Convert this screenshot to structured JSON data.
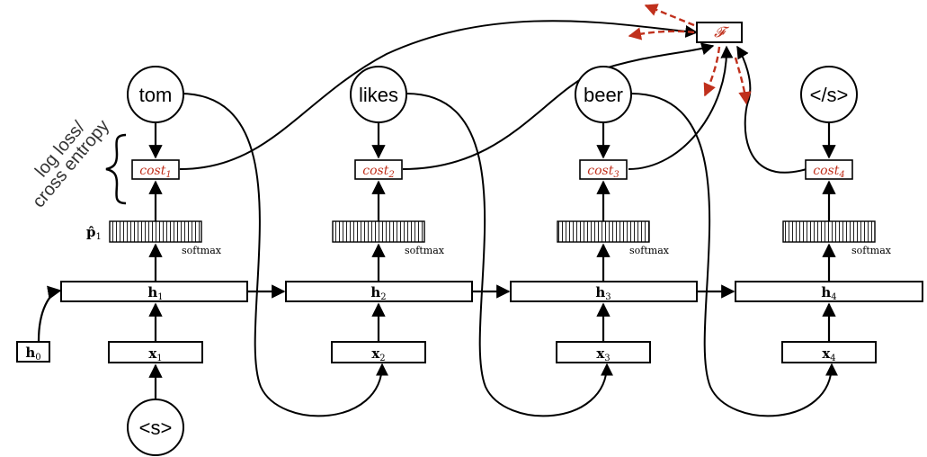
{
  "side_label": {
    "line1": "log loss/",
    "line2": "cross entropy"
  },
  "objective": {
    "label": "𝓕"
  },
  "softmax_label": "softmax",
  "p_hat_label": {
    "main": "p̂",
    "sub": "1"
  },
  "h0": {
    "main": "h",
    "sub": "0"
  },
  "steps": [
    {
      "word": "tom",
      "input_word": "<s>",
      "h_main": "h",
      "h_sub": "1",
      "x_main": "x",
      "x_sub": "1",
      "cost_main": "cost",
      "cost_sub": "1"
    },
    {
      "word": "likes",
      "h_main": "h",
      "h_sub": "2",
      "x_main": "x",
      "x_sub": "2",
      "cost_main": "cost",
      "cost_sub": "2"
    },
    {
      "word": "beer",
      "h_main": "h",
      "h_sub": "3",
      "x_main": "x",
      "x_sub": "3",
      "cost_main": "cost",
      "cost_sub": "3"
    },
    {
      "word": "</s>",
      "h_main": "h",
      "h_sub": "4",
      "x_main": "x",
      "x_sub": "4",
      "cost_main": "cost",
      "cost_sub": "4"
    }
  ],
  "colors": {
    "accent": "#c0301c",
    "line": "#000000"
  }
}
